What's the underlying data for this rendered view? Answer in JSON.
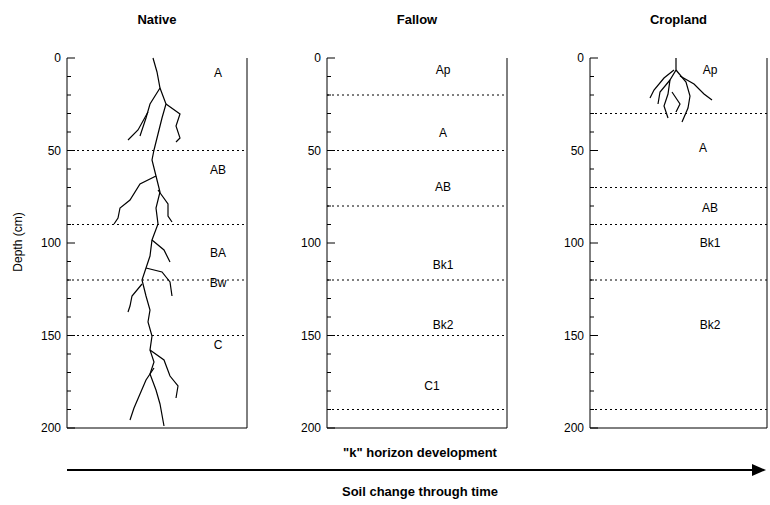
{
  "diagram": {
    "nodes": [
      {
        "text": [
          "Native"
        ]
      },
      {
        "text": [
          "Fallow"
        ]
      },
      {
        "text": [
          "Cropland"
        ]
      }
    ],
    "labels": [
      "Depth (cm)",
      "0",
      "50",
      "100",
      "150",
      "200",
      "0",
      "50",
      "100",
      "150",
      "200",
      "0",
      "50",
      "100",
      "150",
      "200",
      "A",
      "AB",
      "BA",
      "Bw",
      "C",
      "Ap",
      "A",
      "AB",
      "Bk1",
      "Bk2",
      "C1",
      "Ap",
      "A",
      "AB",
      "Bk1",
      "Bk2",
      "\"k\" horizon development",
      "Soil change through time"
    ]
  }
}
